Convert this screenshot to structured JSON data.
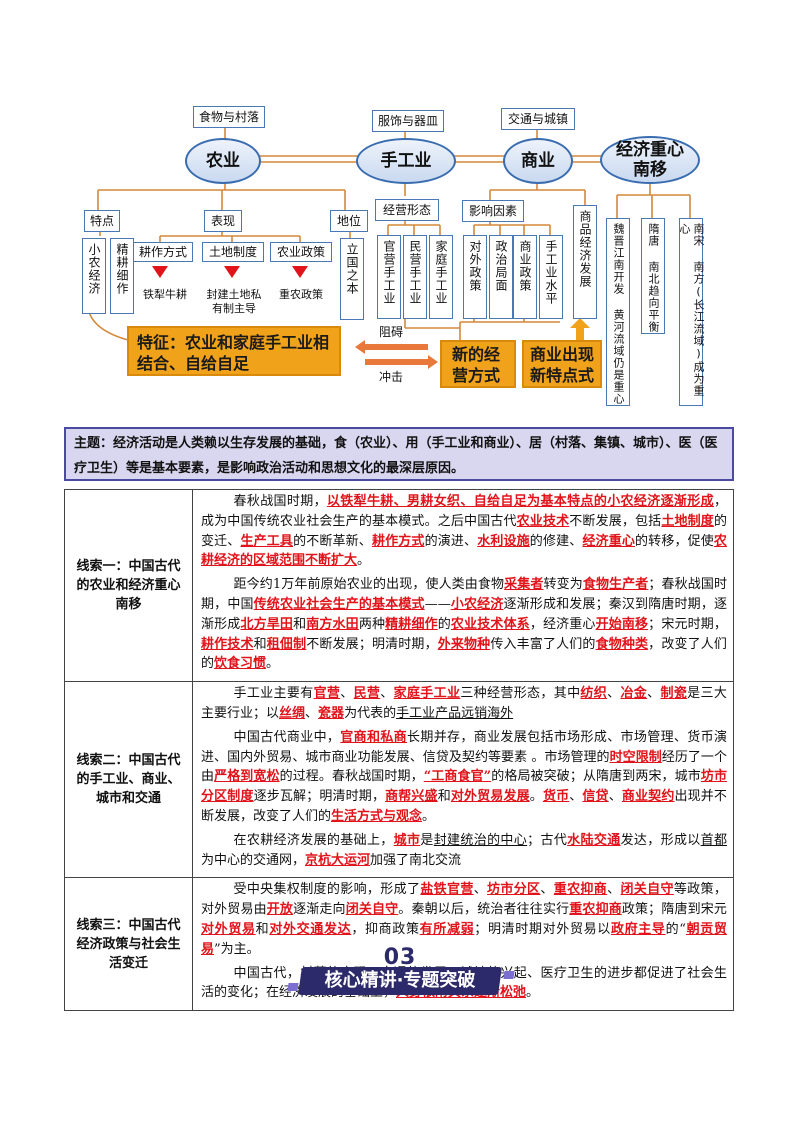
{
  "diagram": {
    "top_labels": {
      "food": "食物与村落",
      "clothing": "服饰与器皿",
      "transport": "交通与城镇"
    },
    "nodes": {
      "agriculture": "农业",
      "handicraft": "手工业",
      "commerce": "商业",
      "south_shift": "经济重心南移"
    },
    "agri": {
      "features_title": "特点",
      "features": [
        "小农经济",
        "精耕细作"
      ],
      "expression_title": "表现",
      "expressions": [
        {
          "label": "耕作方式",
          "sub": "铁犁牛耕"
        },
        {
          "label": "土地制度",
          "sub": "封建土地私有制主导"
        },
        {
          "label": "农业政策",
          "sub": "重农政策"
        }
      ],
      "status_title": "地位",
      "status": "立国之本"
    },
    "handicraft": {
      "title": "经营形态",
      "forms": [
        "官营手工业",
        "民营手工业",
        "家庭手工业"
      ]
    },
    "commerce": {
      "title": "影响因素",
      "factors": [
        "对外政策",
        "政治局面",
        "商业政策",
        "手工业水平"
      ],
      "development": "商品经济发展"
    },
    "south": {
      "periods": [
        "魏晋江南开发 黄河流域仍是重心",
        "隋唐 南北趋向平衡",
        "南宋 南方(长江流域)成为重心"
      ]
    },
    "feature_box": "特征：农业和家庭手工业相结合、自给自足",
    "arrow_obstruct": "阻碍",
    "arrow_impact": "冲击",
    "new_mode": "新的经营方式",
    "new_trend": "商业出现新特点式"
  },
  "theme": {
    "text": "主题：经济活动是人类赖以生存发展的基础，食（农业）、用（手工业和商业）、居（村落、集镇、城市）、医（医疗卫生）等是基本要素，是影响政治活动和思想文化的最深层原因。"
  },
  "clues": [
    {
      "label": "线索一：中国古代的农业和经济重心南移",
      "paragraphs": [
        [
          {
            "t": "春秋战国时期，"
          },
          {
            "t": "以铁犁牛耕、男耕女织、自给自足为基本特点的小农经济逐渐形成",
            "h": true
          },
          {
            "t": "，成为中国传统农业社会生产的基本模式。之后中国古代"
          },
          {
            "t": "农业技术",
            "h": true
          },
          {
            "t": "不断发展，包括"
          },
          {
            "t": "土地制度",
            "h": true
          },
          {
            "t": "的变迁、"
          },
          {
            "t": "生产工具",
            "h": true
          },
          {
            "t": "的不断革新、"
          },
          {
            "t": "耕作方式",
            "h": true
          },
          {
            "t": "的演进、"
          },
          {
            "t": "水利设施",
            "h": true
          },
          {
            "t": "的修建、"
          },
          {
            "t": "经济重心",
            "h": true
          },
          {
            "t": "的转移，促使"
          },
          {
            "t": "农耕经济的区域范围不断扩大",
            "h": true
          },
          {
            "t": "。"
          }
        ],
        [
          {
            "t": "距今约1万年前原始农业的出现，使人类由食物"
          },
          {
            "t": "采集者",
            "h": true
          },
          {
            "t": "转变为"
          },
          {
            "t": "食物生产者",
            "h": true
          },
          {
            "t": "；春秋战国时期，中国"
          },
          {
            "t": "传统农业社会生产的基本模式",
            "h": true
          },
          {
            "t": "——"
          },
          {
            "t": "小农经济",
            "h": true
          },
          {
            "t": "逐渐形成和发展；秦汉到隋唐时期，逐渐形成"
          },
          {
            "t": "北方旱田",
            "h": true
          },
          {
            "t": "和"
          },
          {
            "t": "南方水田",
            "h": true
          },
          {
            "t": "两种"
          },
          {
            "t": "精耕细作",
            "h": true
          },
          {
            "t": "的"
          },
          {
            "t": "农业技术体系",
            "h": true
          },
          {
            "t": "，经济重心"
          },
          {
            "t": "开始南移",
            "h": true
          },
          {
            "t": "；宋元时期，"
          },
          {
            "t": "耕作技术",
            "h": true
          },
          {
            "t": "和"
          },
          {
            "t": "租佃制",
            "h": true
          },
          {
            "t": "不断发展；明清时期，"
          },
          {
            "t": "外来物种",
            "h": true
          },
          {
            "t": "传入丰富了人们的"
          },
          {
            "t": "食物种类",
            "h": true
          },
          {
            "t": "，改变了人们的"
          },
          {
            "t": "饮食习惯",
            "h": true
          },
          {
            "t": "。"
          }
        ]
      ]
    },
    {
      "label": "线索二：中国古代的手工业、商业、城市和交通",
      "paragraphs": [
        [
          {
            "t": "手工业主要有"
          },
          {
            "t": "官营",
            "h": true
          },
          {
            "t": "、"
          },
          {
            "t": "民营",
            "h": true
          },
          {
            "t": "、"
          },
          {
            "t": "家庭手工业",
            "h": true
          },
          {
            "t": "三种经营形态，其中"
          },
          {
            "t": "纺织",
            "h": true
          },
          {
            "t": "、"
          },
          {
            "t": "冶金",
            "h": true
          },
          {
            "t": "、"
          },
          {
            "t": "制瓷",
            "h": true
          },
          {
            "t": "是三大主要行业；以"
          },
          {
            "t": "丝绸",
            "h": true
          },
          {
            "t": "、"
          },
          {
            "t": "瓷器",
            "h": true
          },
          {
            "t": "为代表的"
          },
          {
            "t": "手工业产品远销海外",
            "u": true
          }
        ],
        [
          {
            "t": "中国古代商业中，"
          },
          {
            "t": "官商和私商",
            "h": true
          },
          {
            "t": "长期并存，商业发展包括市场形成、市场管理、货币演进、国内外贸易、城市商业功能发展、信贷及契约等要素 。市场管理的"
          },
          {
            "t": "时空限制",
            "h": true
          },
          {
            "t": "经历了一个由"
          },
          {
            "t": "严格到宽松",
            "h": true
          },
          {
            "t": "的过程。春秋战国时期，"
          },
          {
            "t": "“工商食官”",
            "h": true
          },
          {
            "t": "的格局被突破；从隋唐到两宋，城市"
          },
          {
            "t": "坊市分区制度",
            "h": true
          },
          {
            "t": "逐步瓦解；明清时期，"
          },
          {
            "t": "商帮兴盛",
            "h": true
          },
          {
            "t": "和"
          },
          {
            "t": "对外贸易发展",
            "h": true
          },
          {
            "t": "。"
          },
          {
            "t": "货币",
            "h": true
          },
          {
            "t": "、"
          },
          {
            "t": "信贷",
            "h": true
          },
          {
            "t": "、"
          },
          {
            "t": "商业契约",
            "h": true
          },
          {
            "t": "出现并不断发展，改变了人们的"
          },
          {
            "t": "生活方式与观念",
            "h": true
          },
          {
            "t": "。"
          }
        ],
        [
          {
            "t": "在农耕经济发展的基础上，"
          },
          {
            "t": "城市",
            "h": true
          },
          {
            "t": "是"
          },
          {
            "t": "封建统治的中心",
            "u": true
          },
          {
            "t": "；古代"
          },
          {
            "t": "水陆交通",
            "h": true
          },
          {
            "t": "发达，形成以"
          },
          {
            "t": "首都",
            "u": true
          },
          {
            "t": "为中心的交通网，"
          },
          {
            "t": "京杭大运河",
            "h": true
          },
          {
            "t": "加强了南北交流"
          }
        ]
      ]
    },
    {
      "label": "线索三：中国古代经济政策与社会生活变迁",
      "paragraphs": [
        [
          {
            "t": "受中央集权制度的影响，形成了"
          },
          {
            "t": "盐铁官营",
            "h": true
          },
          {
            "t": "、"
          },
          {
            "t": "坊市分区",
            "h": true
          },
          {
            "t": "、"
          },
          {
            "t": "重农抑商",
            "h": true
          },
          {
            "t": "、"
          },
          {
            "t": "闭关自守",
            "h": true
          },
          {
            "t": "等政策，对外贸易由"
          },
          {
            "t": "开放",
            "h": true
          },
          {
            "t": "逐渐走向"
          },
          {
            "t": "闭关自守",
            "h": true
          },
          {
            "t": "。秦朝以后，统治者往往实行"
          },
          {
            "t": "重农抑商",
            "h": true
          },
          {
            "t": "政策；隋唐到宋元"
          },
          {
            "t": "对外贸易",
            "h": true
          },
          {
            "t": "和"
          },
          {
            "t": "对外交通发达",
            "h": true
          },
          {
            "t": "，抑商政策"
          },
          {
            "t": "有所减弱",
            "h": true
          },
          {
            "t": "；明清时期对外贸易以"
          },
          {
            "t": "政府主导",
            "h": true
          },
          {
            "t": "的“"
          },
          {
            "t": "朝贡贸易",
            "h": true
          },
          {
            "t": "”为主。"
          }
        ],
        [
          {
            "t": "中国古代，村落的出现、交通的发展、城镇的兴起、医疗卫生的进步都促进了社会生活的变化；在经济发展的基础上，"
          },
          {
            "t": "人身依附关系逐渐松弛",
            "h": true
          },
          {
            "t": "。"
          }
        ]
      ]
    }
  ],
  "banner": {
    "number": "03",
    "title": "核心精讲·专题突破"
  },
  "colors": {
    "accent_red": "#e0141a",
    "theme_bg": "#d9d6f0",
    "orange": "#f0a21a",
    "oval_border": "#3a6db0"
  }
}
